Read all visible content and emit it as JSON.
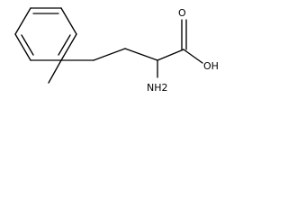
{
  "molecule": {
    "atoms": {
      "oxygen_carbonyl": "O",
      "hydroxyl": "OH",
      "amino": "NH2"
    }
  }
}
